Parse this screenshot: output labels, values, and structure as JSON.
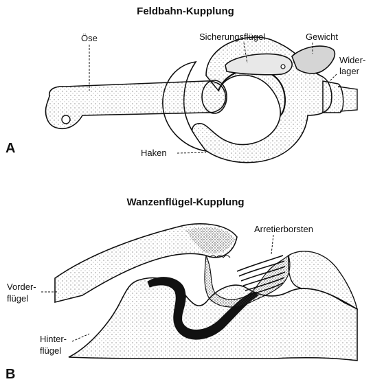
{
  "panel_a": {
    "letter": "A",
    "title": "Feldbahn-Kupplung",
    "labels": {
      "oese": "Öse",
      "sicherung": "Sicherungsflügel",
      "gewicht": "Gewicht",
      "widerlager_1": "Wider-",
      "widerlager_2": "lager",
      "haken": "Haken"
    }
  },
  "panel_b": {
    "letter": "B",
    "title": "Wanzenflügel-Kupplung",
    "labels": {
      "arretier": "Arretierborsten",
      "vorder_1": "Vorder-",
      "vorder_2": "flügel",
      "hinter_1": "Hinter-",
      "hinter_2": "flügel"
    }
  }
}
